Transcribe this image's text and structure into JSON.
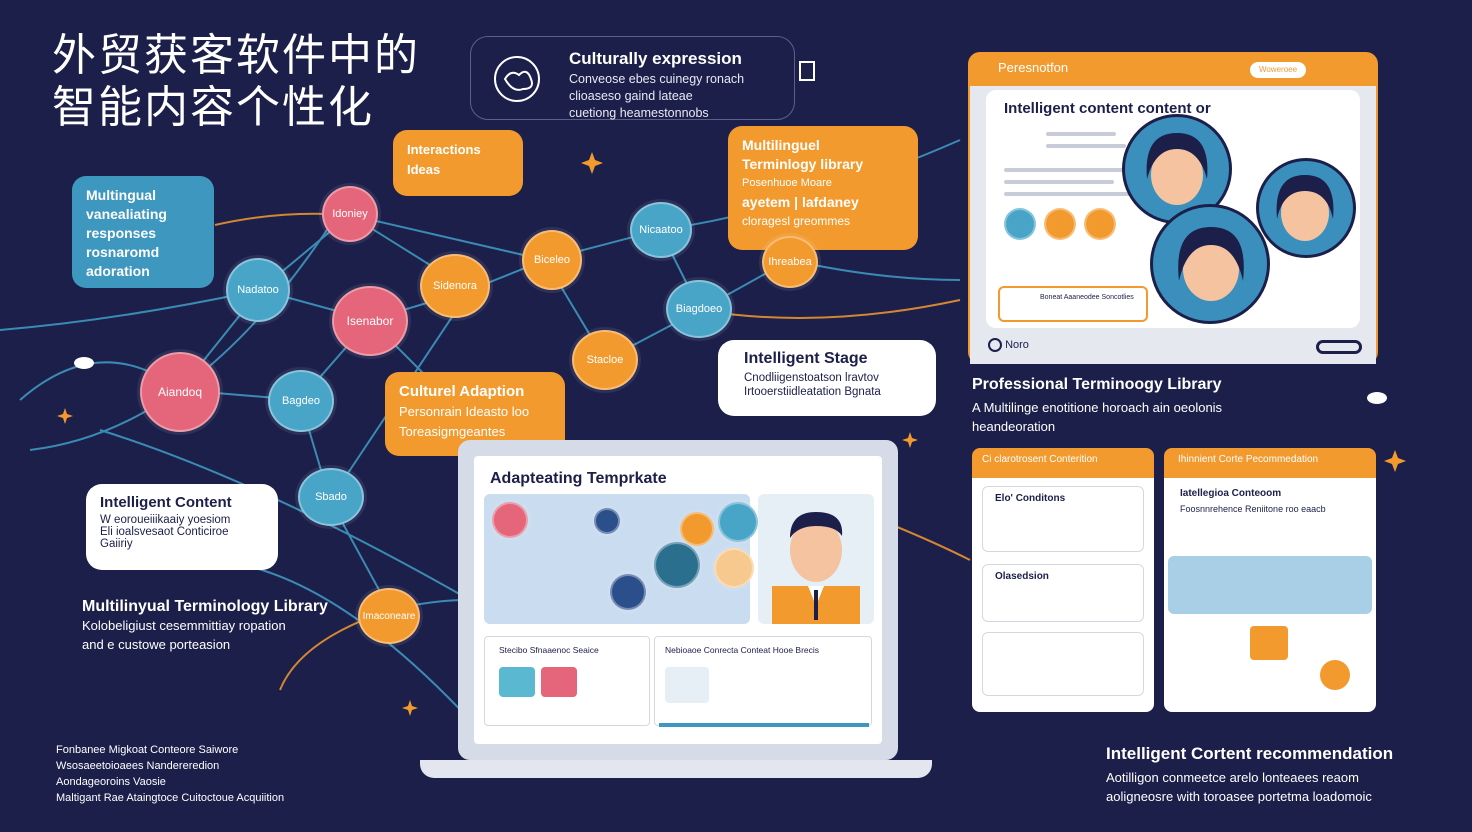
{
  "title": {
    "line1": "外贸获客软件中的",
    "line2": "智能内容个性化"
  },
  "top_bubble": {
    "heading": "Culturally expression",
    "lines": [
      "Conveose ebes cuinegy ronach",
      "clioaseso gaind lateae",
      "cuetiong heamestonnobs"
    ]
  },
  "cards": {
    "multilingual": {
      "lines": [
        "Multingual",
        "vanealiating",
        "responses",
        "rosnaromd",
        "adoration"
      ]
    },
    "interactions": {
      "lines": [
        "Interactions",
        "Ideas"
      ]
    },
    "terminology_card": {
      "lines": [
        "Multilinguel",
        "Terminlogy library",
        "Posenhuoe Moare",
        "ayetem | lafdaney",
        "cloragesl greommes"
      ]
    },
    "cultural_adaption": {
      "lines": [
        "Culturel Adaption",
        "Personrain Ideasto loo",
        "Toreasigmgeantes"
      ]
    },
    "intelligent_stage": {
      "heading": "Intelligent Stage",
      "lines": [
        "Cnodliigenstoatson lravtov",
        "Irtooerstiidleatation Bgnata"
      ]
    },
    "intelligent_content": {
      "heading": "Intelligent Content",
      "lines": [
        "W eoroueiiikaaiy yoesiom",
        "Eli ioalsvesaot Conticiroe",
        "Gaiiriy"
      ]
    }
  },
  "nodes": [
    {
      "label": "Idoniey",
      "color": "pink"
    },
    {
      "label": "Nadatoo",
      "color": "teal"
    },
    {
      "label": "Isenabor",
      "color": "pink"
    },
    {
      "label": "Aiandoq",
      "color": "pink"
    },
    {
      "label": "Bagdeo",
      "color": "teal"
    },
    {
      "label": "Sidenora",
      "color": "orange"
    },
    {
      "label": "Biceleo",
      "color": "orange"
    },
    {
      "label": "Nicaatoo",
      "color": "teal"
    },
    {
      "label": "Biagdoeo",
      "color": "teal"
    },
    {
      "label": "Stacloe",
      "color": "orange"
    },
    {
      "label": "Sbado",
      "color": "teal"
    },
    {
      "label": "Ihreabea",
      "color": "orange"
    },
    {
      "label": "Imaconeare",
      "color": "orange"
    }
  ],
  "left_captions": {
    "terminology": {
      "heading": "Multilinyual Terminology Library",
      "lines": [
        "Kolobeligiust cesemmittiay ropation",
        "and e custowe porteasion"
      ]
    },
    "footer": [
      "Fonbanee Migkoat Conteore Saiwore",
      "Wsosaeetoioaees Nandereredion",
      "Aondageoroins Vaosie",
      "Maltigant Rae Ataingtoce Cuitoctoue Acquiition"
    ]
  },
  "laptop": {
    "heading": "Adapteating Temprkate",
    "bottom_left_title": "Stecibo Sfnaaenoc Seaice",
    "bottom_right_title": "Nebioaoe Conrecta Conteat Hooe Brecis"
  },
  "tablet": {
    "tab_title": "Peresnotfon",
    "tab_pill": "Woweroee",
    "heading": "Intelligent content content or",
    "footer_left": "Noro",
    "footer_right": "",
    "card_label": "Boneat Aaaneodee Soncotlies"
  },
  "right_captions": {
    "terminology": {
      "heading": "Professional Terminoogy Library",
      "lines": [
        "A Multilinge enotitione horoach ain oeolonis",
        "heandeoration"
      ]
    },
    "recommendation": {
      "heading": "Intelligent Cortent recommendation",
      "lines": [
        "Aotilligon conmeetce arelo lonteaees reaom",
        "aoligneosre with toroasee portetma loadomoic"
      ]
    }
  },
  "right_panels": {
    "left_title": "Ci clarotrosent Conterition",
    "left_items": [
      "Elo' Conditons",
      "Olasedsion"
    ],
    "right_title": "Ihinnient Corte Pecommedation",
    "right_items": [
      "Iatellegioa Conteoom",
      "Foosnnrehence Reniitone roo eaacb"
    ]
  },
  "colors": {
    "bg": "#1c1f4a",
    "orange": "#f39a2f",
    "teal": "#3e97bf",
    "pink": "#e5667a"
  }
}
